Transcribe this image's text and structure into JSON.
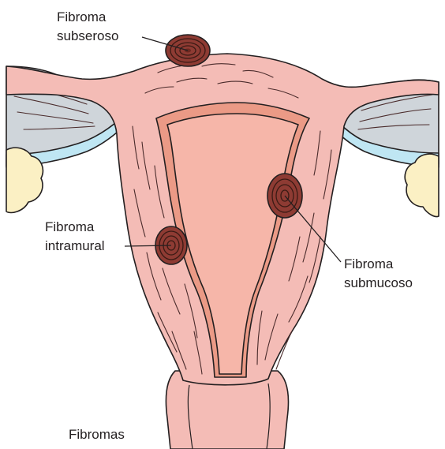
{
  "labels": {
    "subserous_line1": "Fibroma",
    "subserous_line2": "subseroso",
    "intramural_line1": "Fibroma",
    "intramural_line2": "intramural",
    "submucous_line1": "Fibroma",
    "submucous_line2": "submucoso",
    "caption": "Fibromas"
  },
  "colors": {
    "uterine_wall": "#f4bcb6",
    "endometrium": "#f6b6a9",
    "lining_band": "#eb9a86",
    "fibroid": "#8e3b33",
    "fibroid_core": "#6b2820",
    "fallopian_tube": "#cfd5da",
    "tube_edge": "#bfe6f3",
    "ovary": "#fbf0c4",
    "cervix": "#f4bcb6",
    "line": "#231f20"
  }
}
